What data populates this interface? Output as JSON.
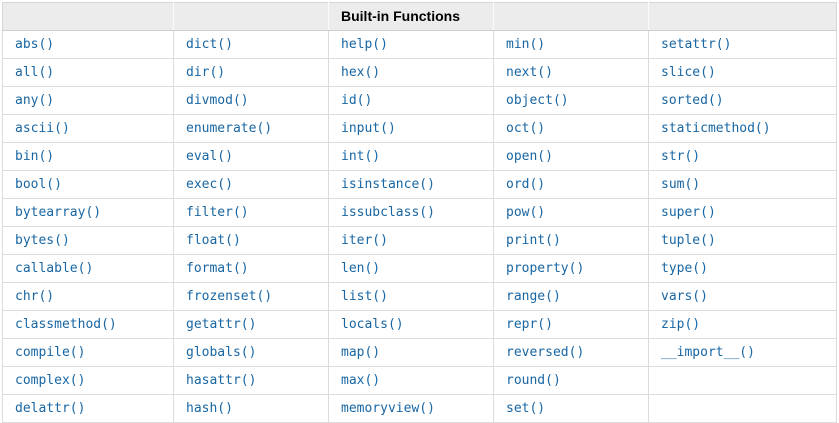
{
  "table": {
    "title": "Built-in Functions",
    "colors": {
      "link_blue": "#1866a3",
      "header_background": "#ececec",
      "border_gray": "#dcdcdc",
      "header_text": "#000000"
    },
    "rows": [
      [
        "abs()",
        "dict()",
        "help()",
        "min()",
        "setattr()"
      ],
      [
        "all()",
        "dir()",
        "hex()",
        "next()",
        "slice()"
      ],
      [
        "any()",
        "divmod()",
        "id()",
        "object()",
        "sorted()"
      ],
      [
        "ascii()",
        "enumerate()",
        "input()",
        "oct()",
        "staticmethod()"
      ],
      [
        "bin()",
        "eval()",
        "int()",
        "open()",
        "str()"
      ],
      [
        "bool()",
        "exec()",
        "isinstance()",
        "ord()",
        "sum()"
      ],
      [
        "bytearray()",
        "filter()",
        "issubclass()",
        "pow()",
        "super()"
      ],
      [
        "bytes()",
        "float()",
        "iter()",
        "print()",
        "tuple()"
      ],
      [
        "callable()",
        "format()",
        "len()",
        "property()",
        "type()"
      ],
      [
        "chr()",
        "frozenset()",
        "list()",
        "range()",
        "vars()"
      ],
      [
        "classmethod()",
        "getattr()",
        "locals()",
        "repr()",
        "zip()"
      ],
      [
        "compile()",
        "globals()",
        "map()",
        "reversed()",
        "__import__()"
      ],
      [
        "complex()",
        "hasattr()",
        "max()",
        "round()",
        ""
      ],
      [
        "delattr()",
        "hash()",
        "memoryview()",
        "set()",
        ""
      ]
    ]
  }
}
